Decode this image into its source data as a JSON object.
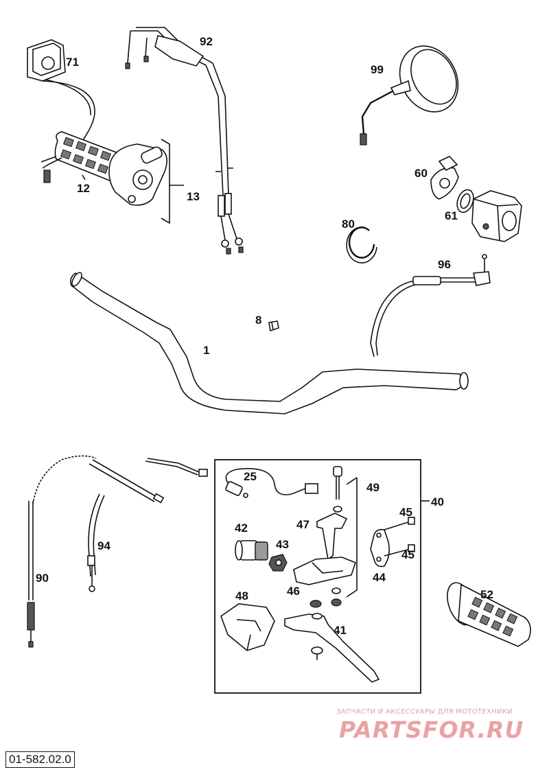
{
  "diagram": {
    "code": "01-582.02.0",
    "labels": [
      "71",
      "92",
      "99",
      "12",
      "13",
      "60",
      "61",
      "80",
      "96",
      "8",
      "1",
      "25",
      "49",
      "40",
      "47",
      "42",
      "43",
      "45",
      "45",
      "46",
      "44",
      "94",
      "90",
      "48",
      "52",
      "41"
    ]
  },
  "watermark": {
    "tagline": "ЗАПЧАСТИ И АКСЕССУАРЫ ДЛЯ МОТОТЕХНИКИ",
    "logo": "PARTSFOR.RU"
  }
}
